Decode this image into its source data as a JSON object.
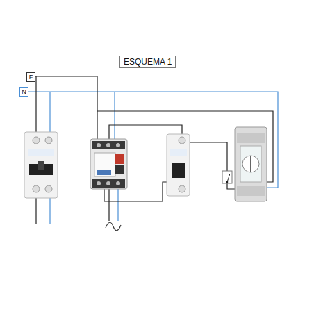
{
  "diagram": {
    "title": "ESQUEMA 1",
    "nodes": [
      {
        "text": [
          "F"
        ]
      },
      {
        "text": [
          "N"
        ]
      }
    ]
  }
}
